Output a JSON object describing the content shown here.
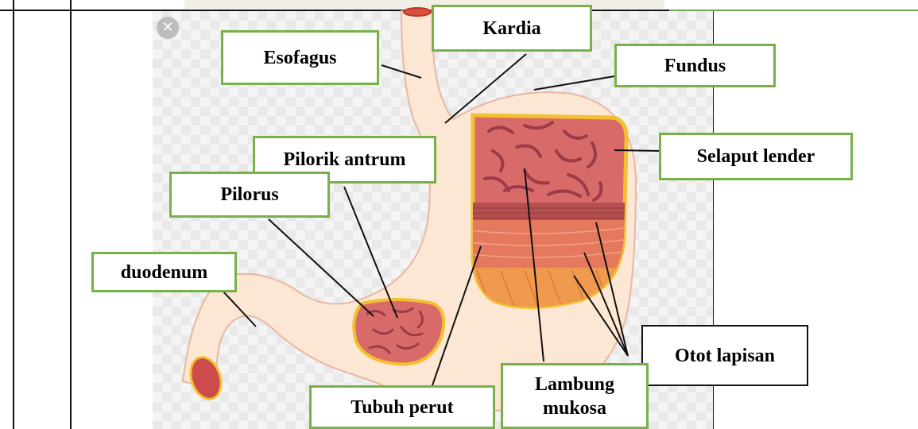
{
  "labels": {
    "esofagus": "Esofagus",
    "kardia": "Kardia",
    "fundus": "Fundus",
    "selaput_lender": "Selaput lender",
    "pilorik_antrum": "Pilorik antrum",
    "pilorus": "Pilorus",
    "duodenum": "duodenum",
    "otot_lapisan": "Otot lapisan",
    "lambung_mukosa_line1": "Lambung",
    "lambung_mukosa_line2": "mukosa",
    "tubuh_perut": "Tubuh perut"
  },
  "icons": {
    "close": "close-icon"
  },
  "colors": {
    "label_border": "#78b04a",
    "stomach_outer": "#fbe7d3",
    "mucosa": "#d96a6a",
    "muscle": "#e5795e",
    "yellow_layer": "#f3c02f"
  }
}
